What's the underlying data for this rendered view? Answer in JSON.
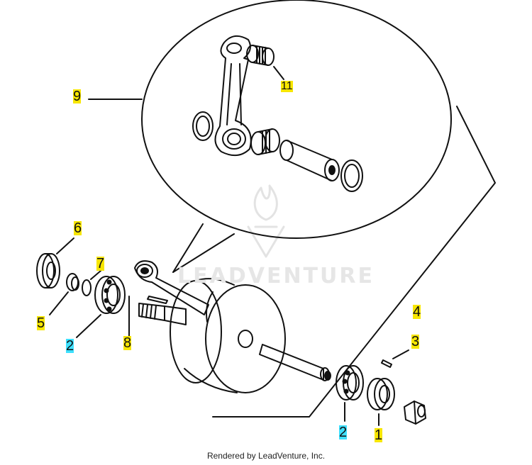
{
  "diagram": {
    "callouts": [
      {
        "id": "c9",
        "label": "9",
        "highlight": "#f7e600"
      },
      {
        "id": "c11",
        "label": "11",
        "highlight": "#f7e600"
      },
      {
        "id": "c6",
        "label": "6",
        "highlight": "#f7e600"
      },
      {
        "id": "c7",
        "label": "7",
        "highlight": "#f7e600"
      },
      {
        "id": "c5",
        "label": "5",
        "highlight": "#f7e600"
      },
      {
        "id": "c2a",
        "label": "2",
        "highlight": "#3ee0ff"
      },
      {
        "id": "c8",
        "label": "8",
        "highlight": "#f7e600"
      },
      {
        "id": "c4",
        "label": "4",
        "highlight": "#f7e600"
      },
      {
        "id": "c3",
        "label": "3",
        "highlight": "#f7e600"
      },
      {
        "id": "c2b",
        "label": "2",
        "highlight": "#3ee0ff"
      },
      {
        "id": "c1",
        "label": "1",
        "highlight": "#f7e600"
      }
    ],
    "watermark": "LEADVENTURE"
  },
  "footer": {
    "text": "Rendered by LeadVenture, Inc."
  },
  "colors": {
    "line": "#111111",
    "watermark": "#e6e6e6",
    "yellow": "#f7e600",
    "cyan": "#3ee0ff"
  }
}
